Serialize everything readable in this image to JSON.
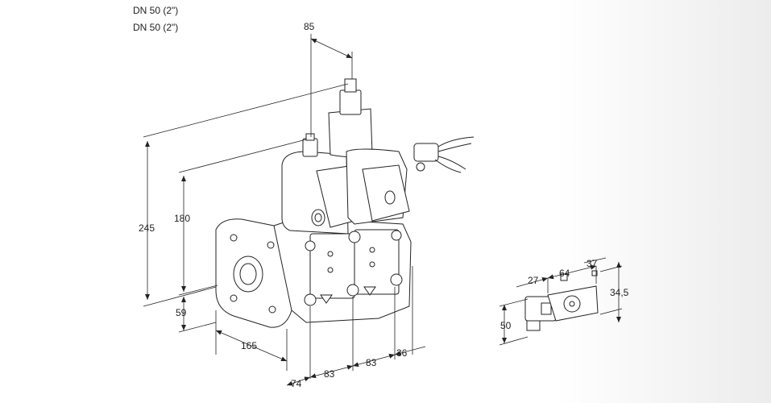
{
  "header": {
    "lines": [
      "DN 50 (2\")",
      "DN 50 (2\")"
    ]
  },
  "dimensions": {
    "top_width": "85",
    "total_height": "245",
    "upper_height": "180",
    "lower_height": "59",
    "flange_depth": "165",
    "offset_left": "74",
    "module_1": "83",
    "module_2": "83",
    "offset_right": "36"
  },
  "connector_dimensions": {
    "d27": "27",
    "d64": "64",
    "d37": "37",
    "d34_5": "34,5",
    "d50": "50"
  }
}
